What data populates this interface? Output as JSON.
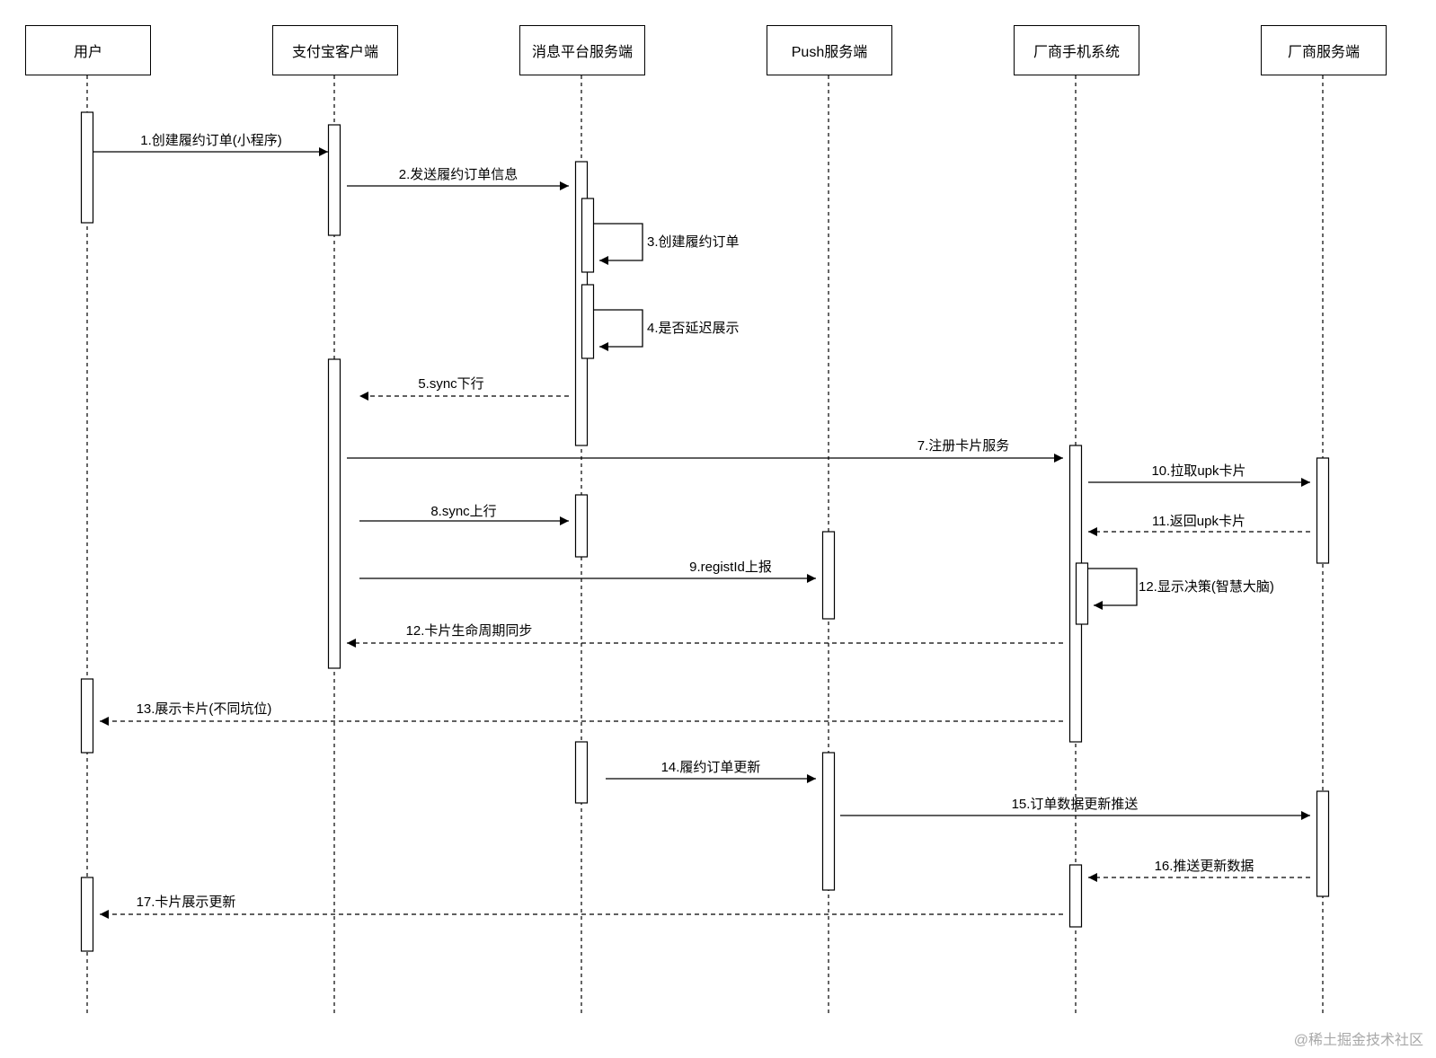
{
  "actors": [
    {
      "id": "user",
      "label": "用户"
    },
    {
      "id": "alipay",
      "label": "支付宝客户端"
    },
    {
      "id": "msgplat",
      "label": "消息平台服务端"
    },
    {
      "id": "push",
      "label": "Push服务端"
    },
    {
      "id": "vendor_phone",
      "label": "厂商手机系统"
    },
    {
      "id": "vendor_server",
      "label": "厂商服务端"
    }
  ],
  "messages": [
    {
      "label": "1.创建履约订单(小程序)",
      "from": "user",
      "to": "alipay",
      "style": "solid"
    },
    {
      "label": "2.发送履约订单信息",
      "from": "alipay",
      "to": "msgplat",
      "style": "solid"
    },
    {
      "label": "3.创建履约订单",
      "from": "msgplat",
      "to": "msgplat",
      "style": "self"
    },
    {
      "label": "4.是否延迟展示",
      "from": "msgplat",
      "to": "msgplat",
      "style": "self"
    },
    {
      "label": "5.sync下行",
      "from": "msgplat",
      "to": "alipay",
      "style": "dashed"
    },
    {
      "label": "7.注册卡片服务",
      "from": "alipay",
      "to": "vendor_phone",
      "style": "solid"
    },
    {
      "label": "10.拉取upk卡片",
      "from": "vendor_phone",
      "to": "vendor_server",
      "style": "solid"
    },
    {
      "label": "8.sync上行",
      "from": "alipay",
      "to": "msgplat",
      "style": "solid"
    },
    {
      "label": "11.返回upk卡片",
      "from": "vendor_server",
      "to": "vendor_phone",
      "style": "dashed"
    },
    {
      "label": "9.registId上报",
      "from": "alipay",
      "to": "push",
      "style": "solid"
    },
    {
      "label": "12.显示决策(智慧大脑)",
      "from": "vendor_phone",
      "to": "vendor_phone",
      "style": "self"
    },
    {
      "label": "12.卡片生命周期同步",
      "from": "vendor_phone",
      "to": "alipay",
      "style": "dashed"
    },
    {
      "label": "13.展示卡片(不同坑位)",
      "from": "vendor_phone",
      "to": "user",
      "style": "dashed"
    },
    {
      "label": "14.履约订单更新",
      "from": "msgplat",
      "to": "push",
      "style": "solid"
    },
    {
      "label": "15.订单数据更新推送",
      "from": "push",
      "to": "vendor_server",
      "style": "solid"
    },
    {
      "label": "16.推送更新数据",
      "from": "vendor_server",
      "to": "vendor_phone",
      "style": "dashed"
    },
    {
      "label": "17.卡片展示更新",
      "from": "vendor_phone",
      "to": "user",
      "style": "dashed"
    }
  ],
  "watermark": "@稀土掘金技术社区"
}
